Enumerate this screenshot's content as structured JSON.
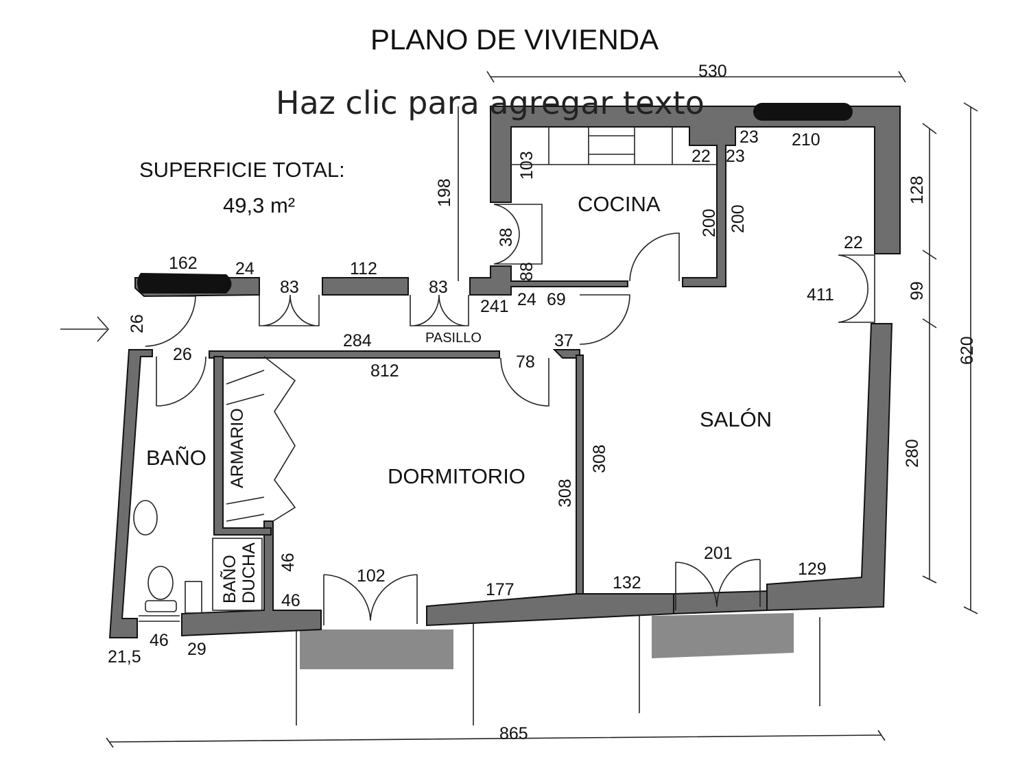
{
  "title": "PLANO DE VIVIENDA",
  "placeholder_text": "Haz clic para agregar texto",
  "surface": {
    "label": "SUPERFICIE TOTAL:",
    "value": "49,3 m²"
  },
  "rooms": {
    "cocina": "COCINA",
    "salon": "SALÓN",
    "dormitorio": "DORMITORIO",
    "bano": "BAÑO",
    "armario": "ARMARIO",
    "bano_ducha_1": "BAÑO",
    "bano_ducha_2": "DUCHA",
    "pasillo": "PASILLO"
  },
  "dimensions": {
    "d530": "530",
    "d620": "620",
    "d865": "865",
    "d128": "128",
    "d99": "99",
    "d280": "280",
    "d198": "198",
    "d103": "103",
    "d38": "38",
    "d88": "88",
    "d22a": "22",
    "d23a": "23",
    "d23b": "23",
    "d210": "210",
    "d200a": "200",
    "d200b": "200",
    "d22b": "22",
    "d411": "411",
    "d162": "162",
    "d24a": "24",
    "d83a": "83",
    "d112": "112",
    "d83b": "83",
    "d241": "241",
    "d24b": "24",
    "d69": "69",
    "d26a": "26",
    "d26b": "26",
    "d284": "284",
    "d812": "812",
    "d37": "37",
    "d78": "78",
    "d308a": "308",
    "d308b": "308",
    "d46a": "46",
    "d46b": "46",
    "d102": "102",
    "d177": "177",
    "d132": "132",
    "d201": "201",
    "d129": "129",
    "d46c": "46",
    "d21_5": "21,5",
    "d29": "29"
  },
  "colors": {
    "wall": "#6e6e6e",
    "outline": "#111111",
    "terrace": "#8a8a8a"
  }
}
